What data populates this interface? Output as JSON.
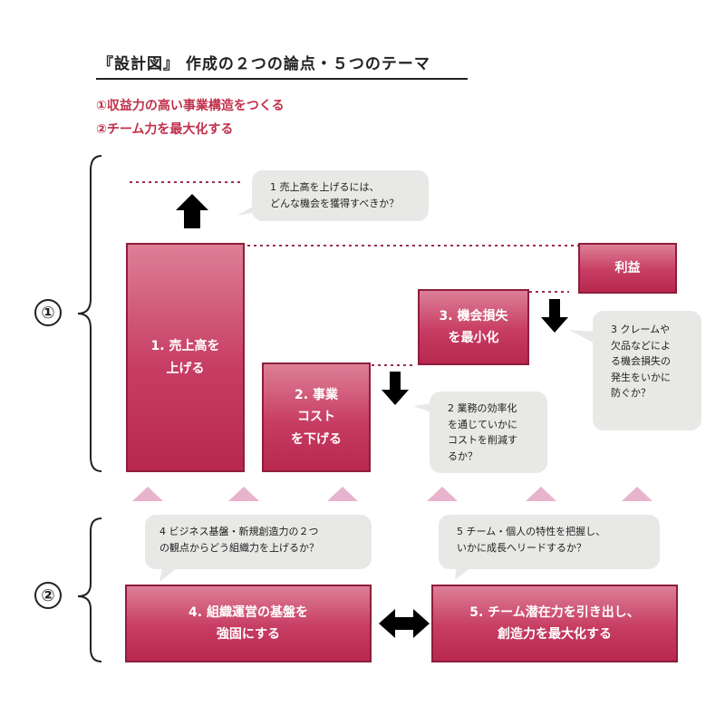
{
  "title": "『設計図』 作成の２つの論点・５つのテーマ",
  "points": [
    "①収益力の高い事業構造をつくる",
    "②チーム力を最大化する"
  ],
  "group_labels": [
    "①",
    "②"
  ],
  "boxes": {
    "sales": [
      "1. 売上高を",
      "上げる"
    ],
    "cost": [
      "2. 事業",
      "コスト",
      "を下げる"
    ],
    "loss": [
      "3. 機会損失",
      "を最小化"
    ],
    "profit": [
      "利益"
    ],
    "org": [
      "4. 組織運営の基盤を",
      "強固にする"
    ],
    "team": [
      "5. チーム潜在力を引き出し、",
      "創造力を最大化する"
    ]
  },
  "bubbles": {
    "q1": [
      "1 売上高を上げるには、",
      "どんな機会を獲得すべきか？"
    ],
    "q2": [
      "2 業務の効率化",
      "を通じていかに",
      "コストを削減す",
      "るか？"
    ],
    "q3": [
      "3 クレームや",
      "欠品などによ",
      "る機会損失の",
      "発生をいかに",
      "防ぐか？"
    ],
    "q4": [
      "4 ビジネス基盤・新規創造力の２つ",
      "の観点からどう組織力を上げるか？"
    ],
    "q5": [
      "5 チーム・個人の特性を把握し、",
      "いかに成長へリードするか？"
    ]
  },
  "colors": {
    "box_border": "#8e1e3c",
    "box_fill": "#c73d62",
    "accent_text": "#c0304a",
    "dotted": "#9c2f55",
    "triangle": "#e7b3cd",
    "bubble": "#e8e8e6"
  }
}
